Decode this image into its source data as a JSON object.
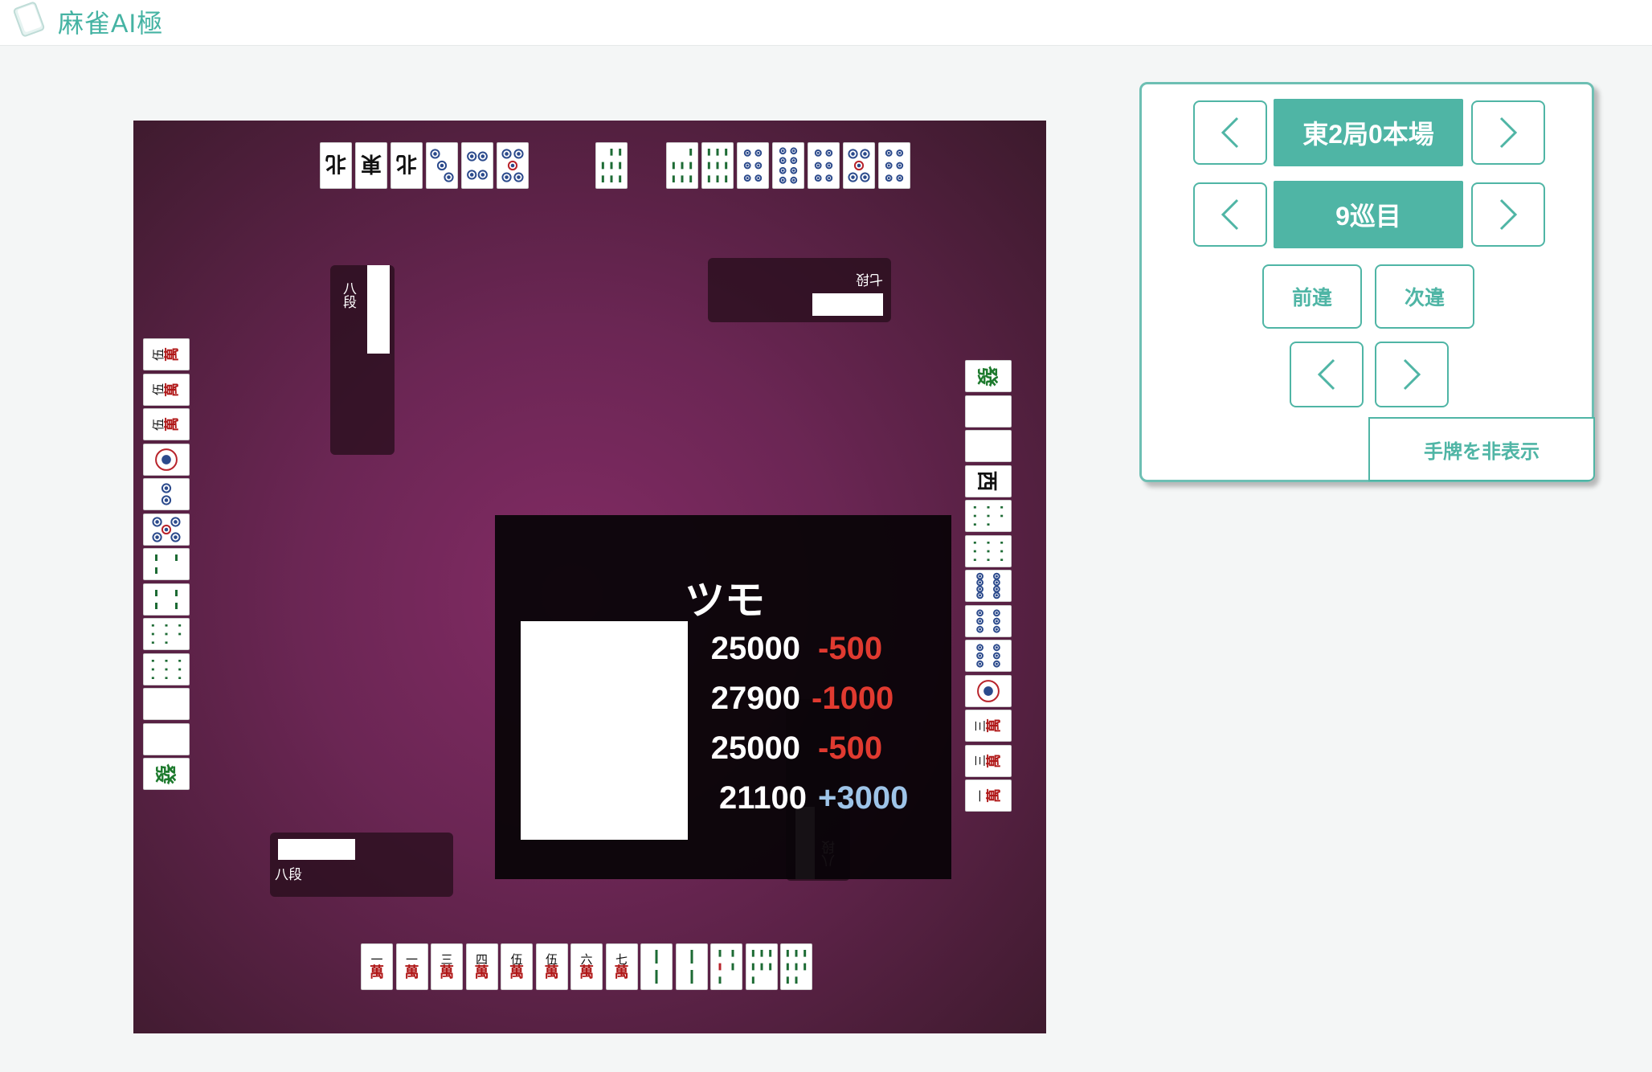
{
  "app": {
    "title": "麻雀AI極",
    "logo_icon": "tile-logo-icon"
  },
  "colors": {
    "accent": "#4fb5a5",
    "board": "#6b2654",
    "negative": "#e03a30",
    "positive": "#9ec4e8"
  },
  "panel": {
    "round_label": "東2局0本場",
    "turn_label": "9巡目",
    "prev_mistake": "前違",
    "next_mistake": "次違",
    "hide_hand": "手牌を非表示"
  },
  "players": {
    "top": {
      "rank": "七段"
    },
    "left": {
      "rank": "八段"
    },
    "bottom": {
      "rank": "八段"
    },
    "right": {
      "rank": "八段"
    }
  },
  "result": {
    "title": "ツモ",
    "rows": [
      {
        "points": "25000",
        "delta": "-500",
        "sign": "neg"
      },
      {
        "points": "27900",
        "delta": "-1000",
        "sign": "neg"
      },
      {
        "points": "25000",
        "delta": "-500",
        "sign": "neg"
      },
      {
        "points": "21100",
        "delta": "+3000",
        "sign": "pos"
      }
    ]
  },
  "hands": {
    "bottom": [
      "1m",
      "1m",
      "3m",
      "4m",
      "5m",
      "5m",
      "6m",
      "7m",
      "2s",
      "2s",
      "5s",
      "7s",
      "8s"
    ],
    "top_discards_a": [
      "north",
      "east",
      "north",
      "3p",
      "4p",
      "5p"
    ],
    "top_discards_b": [
      "8s"
    ],
    "top_discards_c": [
      "7s",
      "9s",
      "6p",
      "8p",
      "6p",
      "5p",
      "6p"
    ],
    "left": [
      "5m",
      "5m",
      "5m",
      "1p",
      "2p",
      "5p",
      "3s",
      "4s",
      "8s",
      "9s",
      "blank",
      "blank",
      "green"
    ],
    "right": [
      "green",
      "blank",
      "blank",
      "west",
      "8s",
      "9s",
      "8p",
      "6p",
      "6p",
      "1p",
      "3m",
      "3m",
      "1m"
    ]
  },
  "man_digits": {
    "1m": "一",
    "3m": "三",
    "4m": "四",
    "5m": "伍",
    "6m": "六",
    "7m": "七"
  },
  "man_kanji": "萬",
  "honor_chars": {
    "north": "北",
    "east": "東",
    "west": "西",
    "green": "發"
  }
}
